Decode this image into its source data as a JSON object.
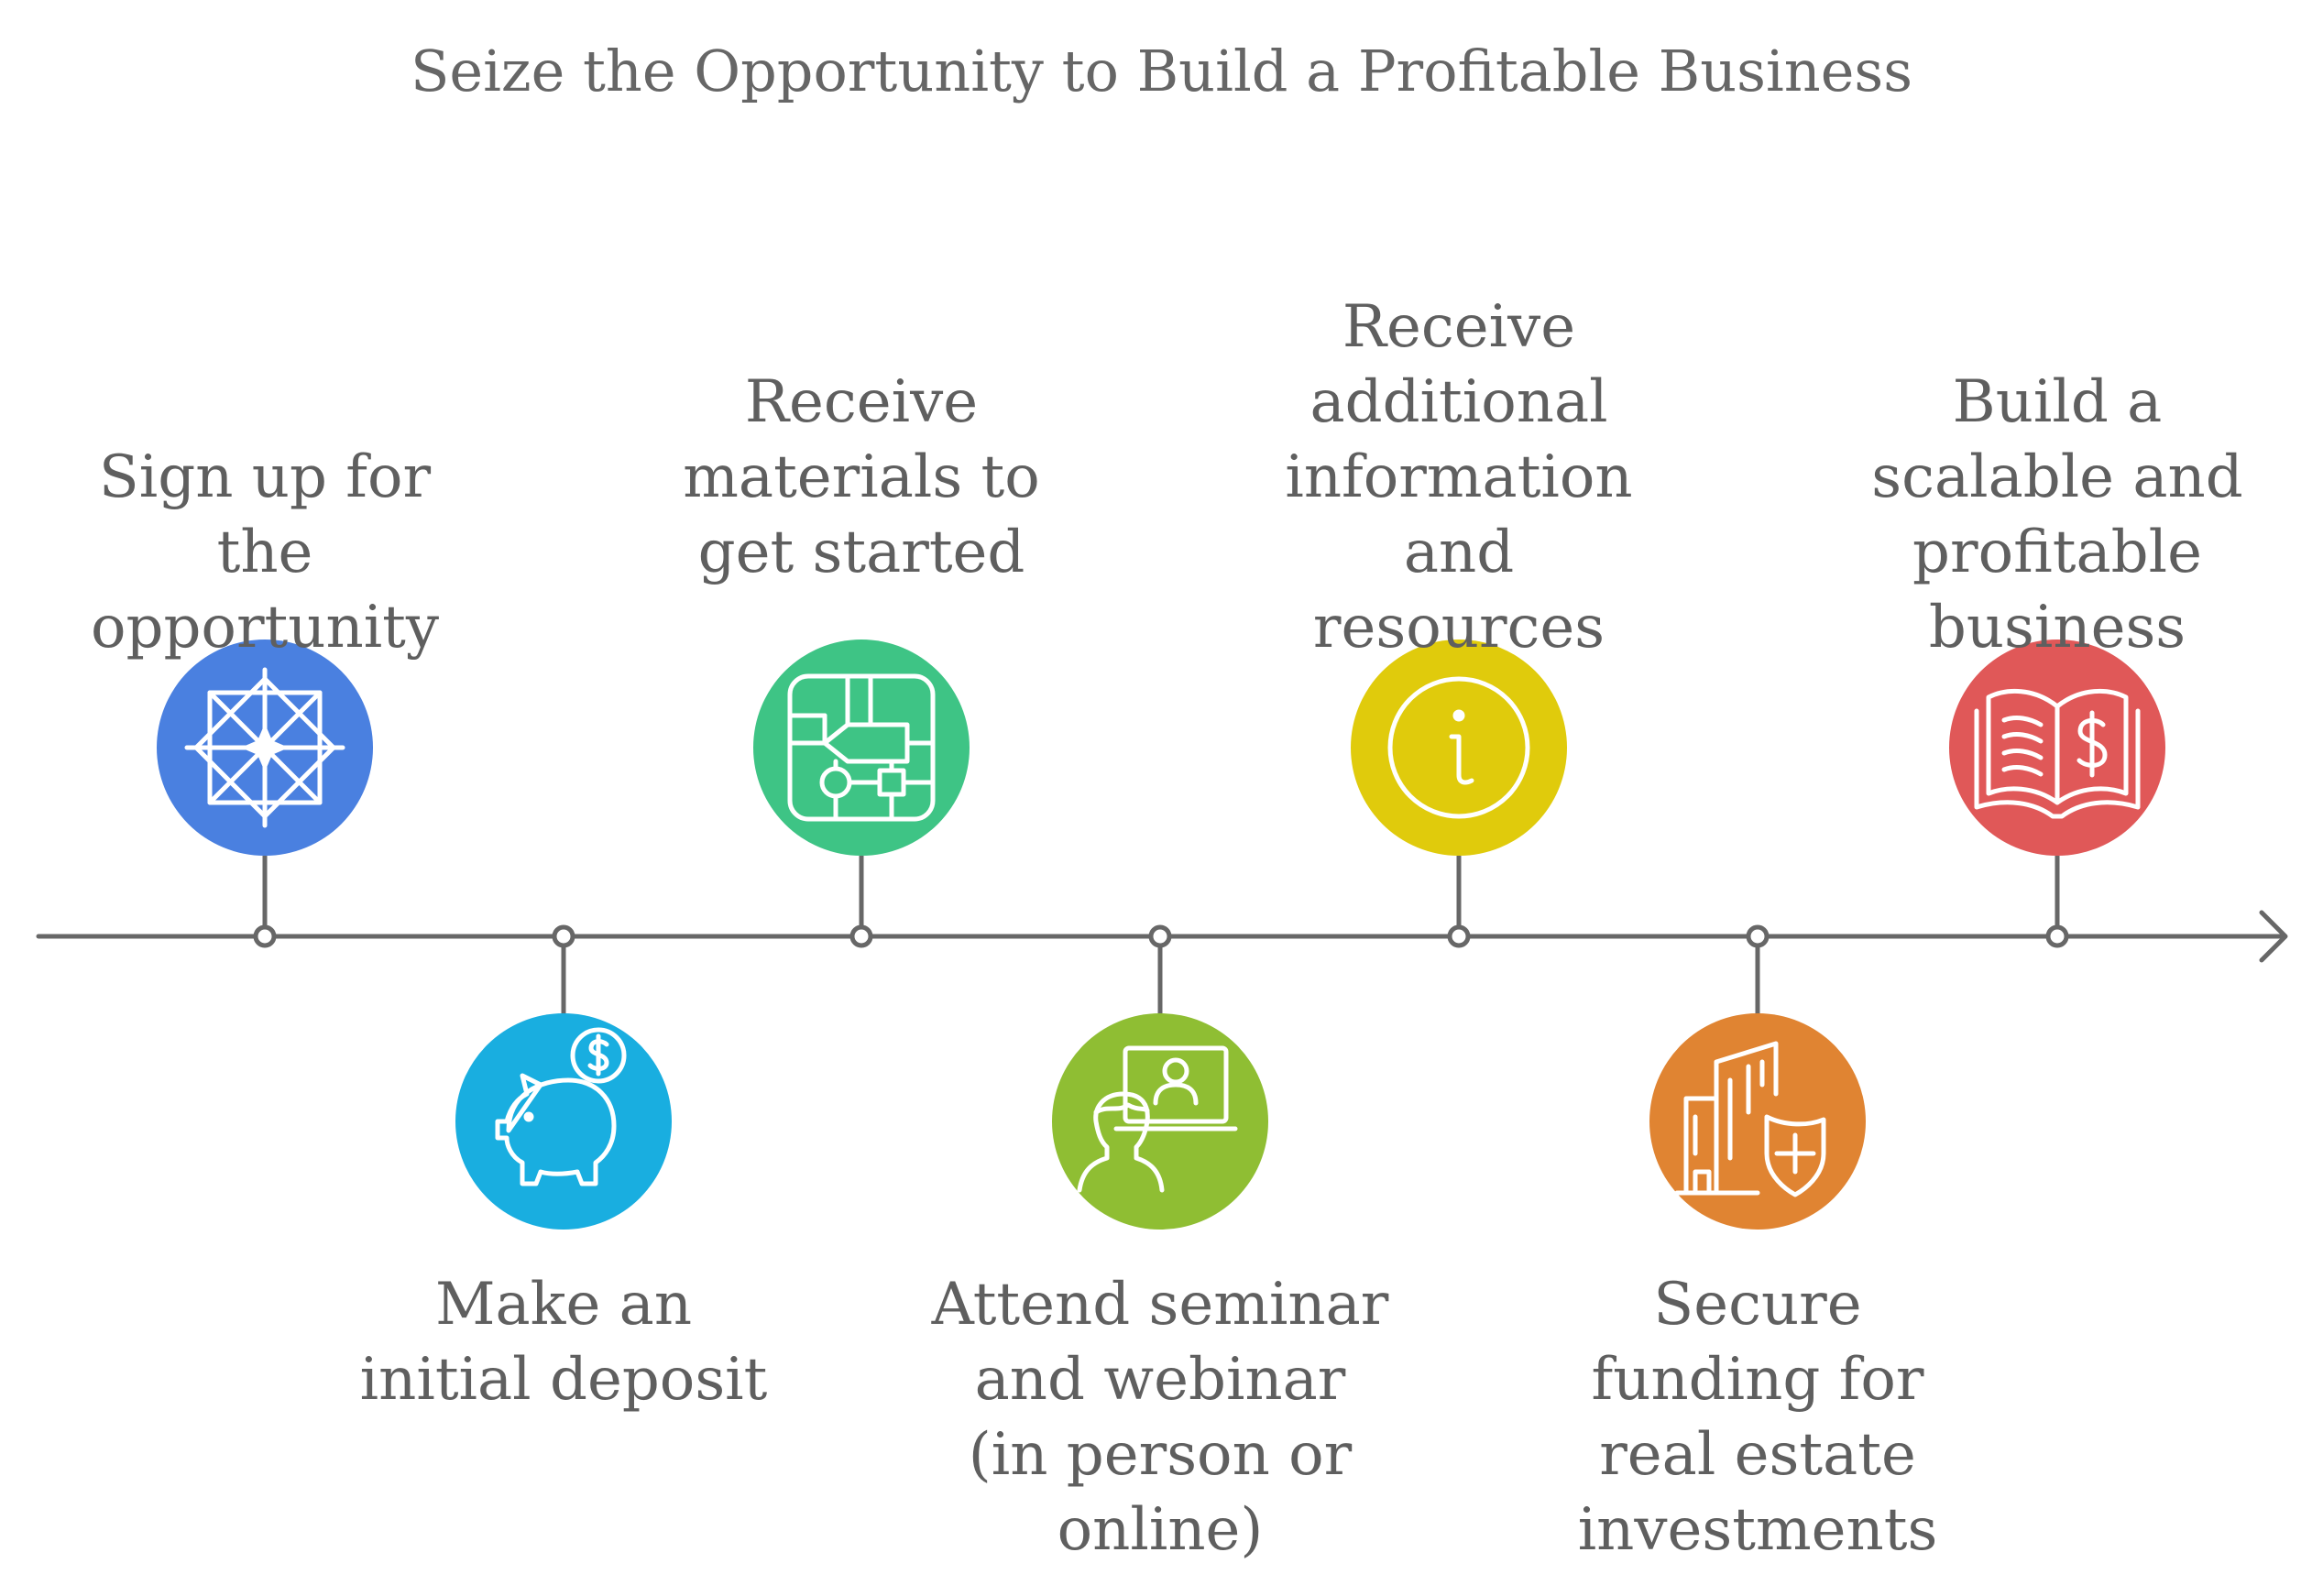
{
  "title": "Seize the Opportunity to Build a Profitable Business",
  "colors": {
    "line": "#676767",
    "label_text": "#5f5f5f",
    "icon_stroke": "#ffffff"
  },
  "steps": [
    {
      "label": "Sign up for the opportunity",
      "color": "#4a80e0",
      "icon": "network-star-icon",
      "position": "above"
    },
    {
      "label": "Make an initial deposit",
      "color": "#19aee0",
      "icon": "piggy-bank-dollar-icon",
      "position": "below"
    },
    {
      "label": "Receive materials to get started",
      "color": "#3ec485",
      "icon": "flowchart-icon",
      "position": "above"
    },
    {
      "label": "Attend seminar and webinar (in person or online)",
      "color": "#8fbe33",
      "icon": "webinar-presenter-icon",
      "position": "below"
    },
    {
      "label": "Receive additional information and resources",
      "color": "#e0cb0c",
      "icon": "info-icon",
      "position": "above"
    },
    {
      "label": "Secure funding for real estate investments",
      "color": "#e08432",
      "icon": "building-shield-icon",
      "position": "below"
    },
    {
      "label": "Build a scalable and profitable business",
      "color": "#e05858",
      "icon": "book-dollar-icon",
      "position": "above"
    }
  ]
}
